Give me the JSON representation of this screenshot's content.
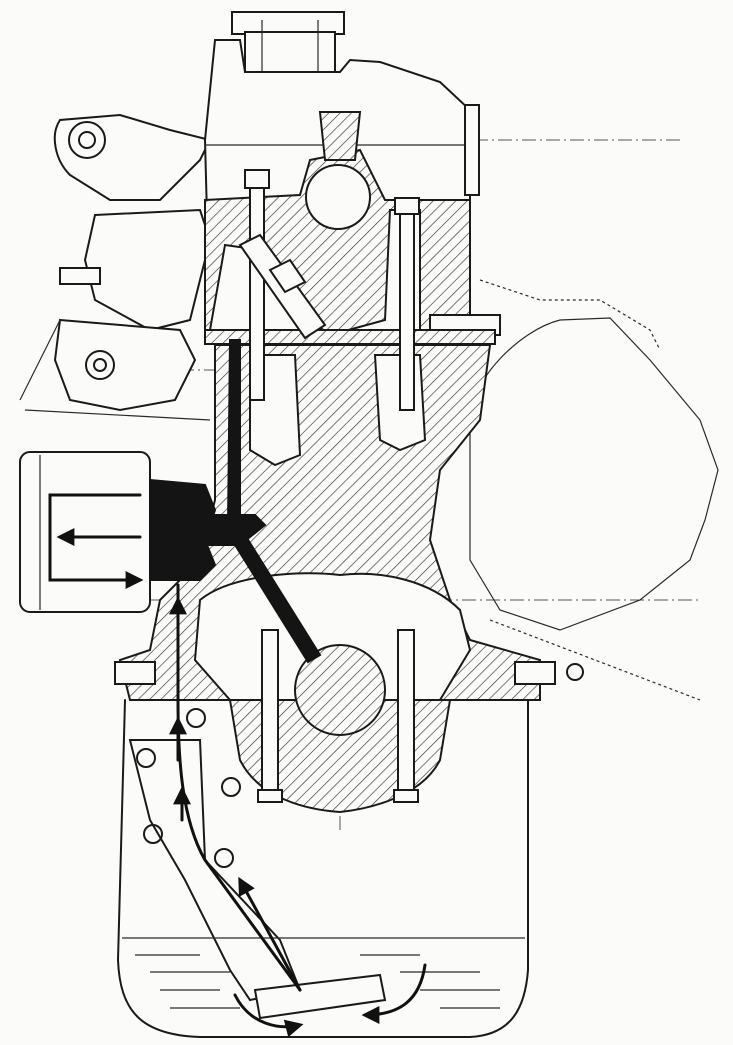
{
  "figure": {
    "background": "#fbfbfa",
    "line_color": "#1a1a1a",
    "oil_path_color": "#111111"
  },
  "icons": {
    "flow_arrow": "arrowhead",
    "oil_filter": "cylinder-filter",
    "sump": "oil-pan"
  }
}
